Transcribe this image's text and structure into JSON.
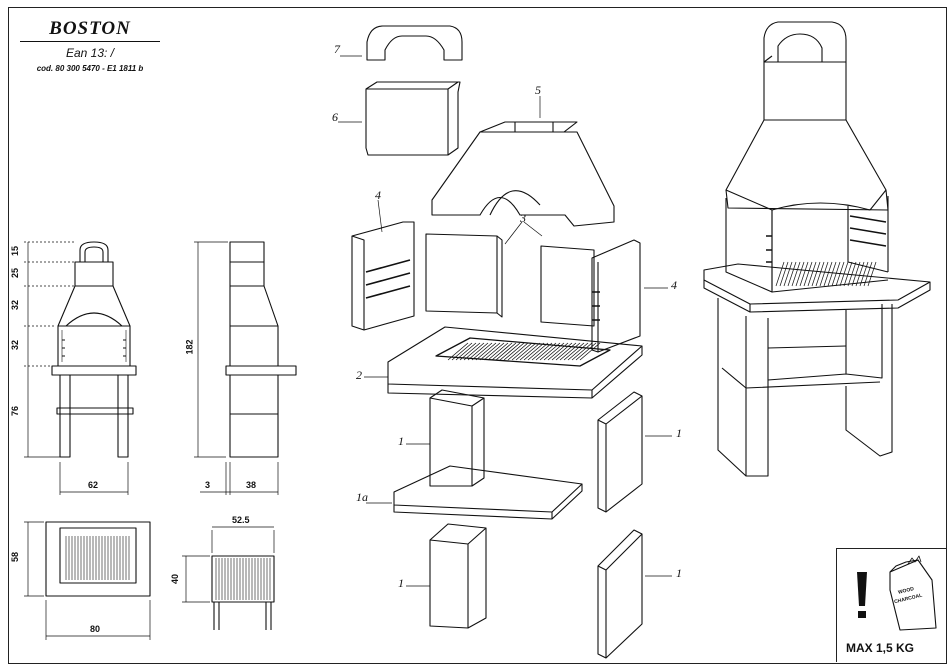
{
  "title_block": {
    "model": "BOSTON",
    "ean": "Ean 13:  /",
    "code": "cod. 80 300 5470 - E1 1811 b"
  },
  "dimensions": {
    "front_heights": [
      "15",
      "25",
      "32",
      "32",
      "76"
    ],
    "front_width": "62",
    "side_total_height": "182",
    "side_offset": "3",
    "side_depth": "38",
    "plan_depth": "58",
    "plan_width": "80",
    "grill_width": "52.5",
    "grill_depth": "40"
  },
  "part_labels": {
    "cap": "7",
    "chimney": "6",
    "hood": "5",
    "side_left": "4",
    "back_panels": "3",
    "side_right": "4",
    "worktop": "2",
    "leg_front_left": "1",
    "leg_front_right": "1",
    "shelf": "1a",
    "leg_back_left": "1",
    "leg_back_right": "1"
  },
  "warning": {
    "max_load": "MAX 1,5 KG",
    "bag_label_top": "WOOD",
    "bag_label_bottom": "CHARCOAL"
  },
  "icons": [
    "exclamation-icon",
    "charcoal-bag-icon"
  ]
}
